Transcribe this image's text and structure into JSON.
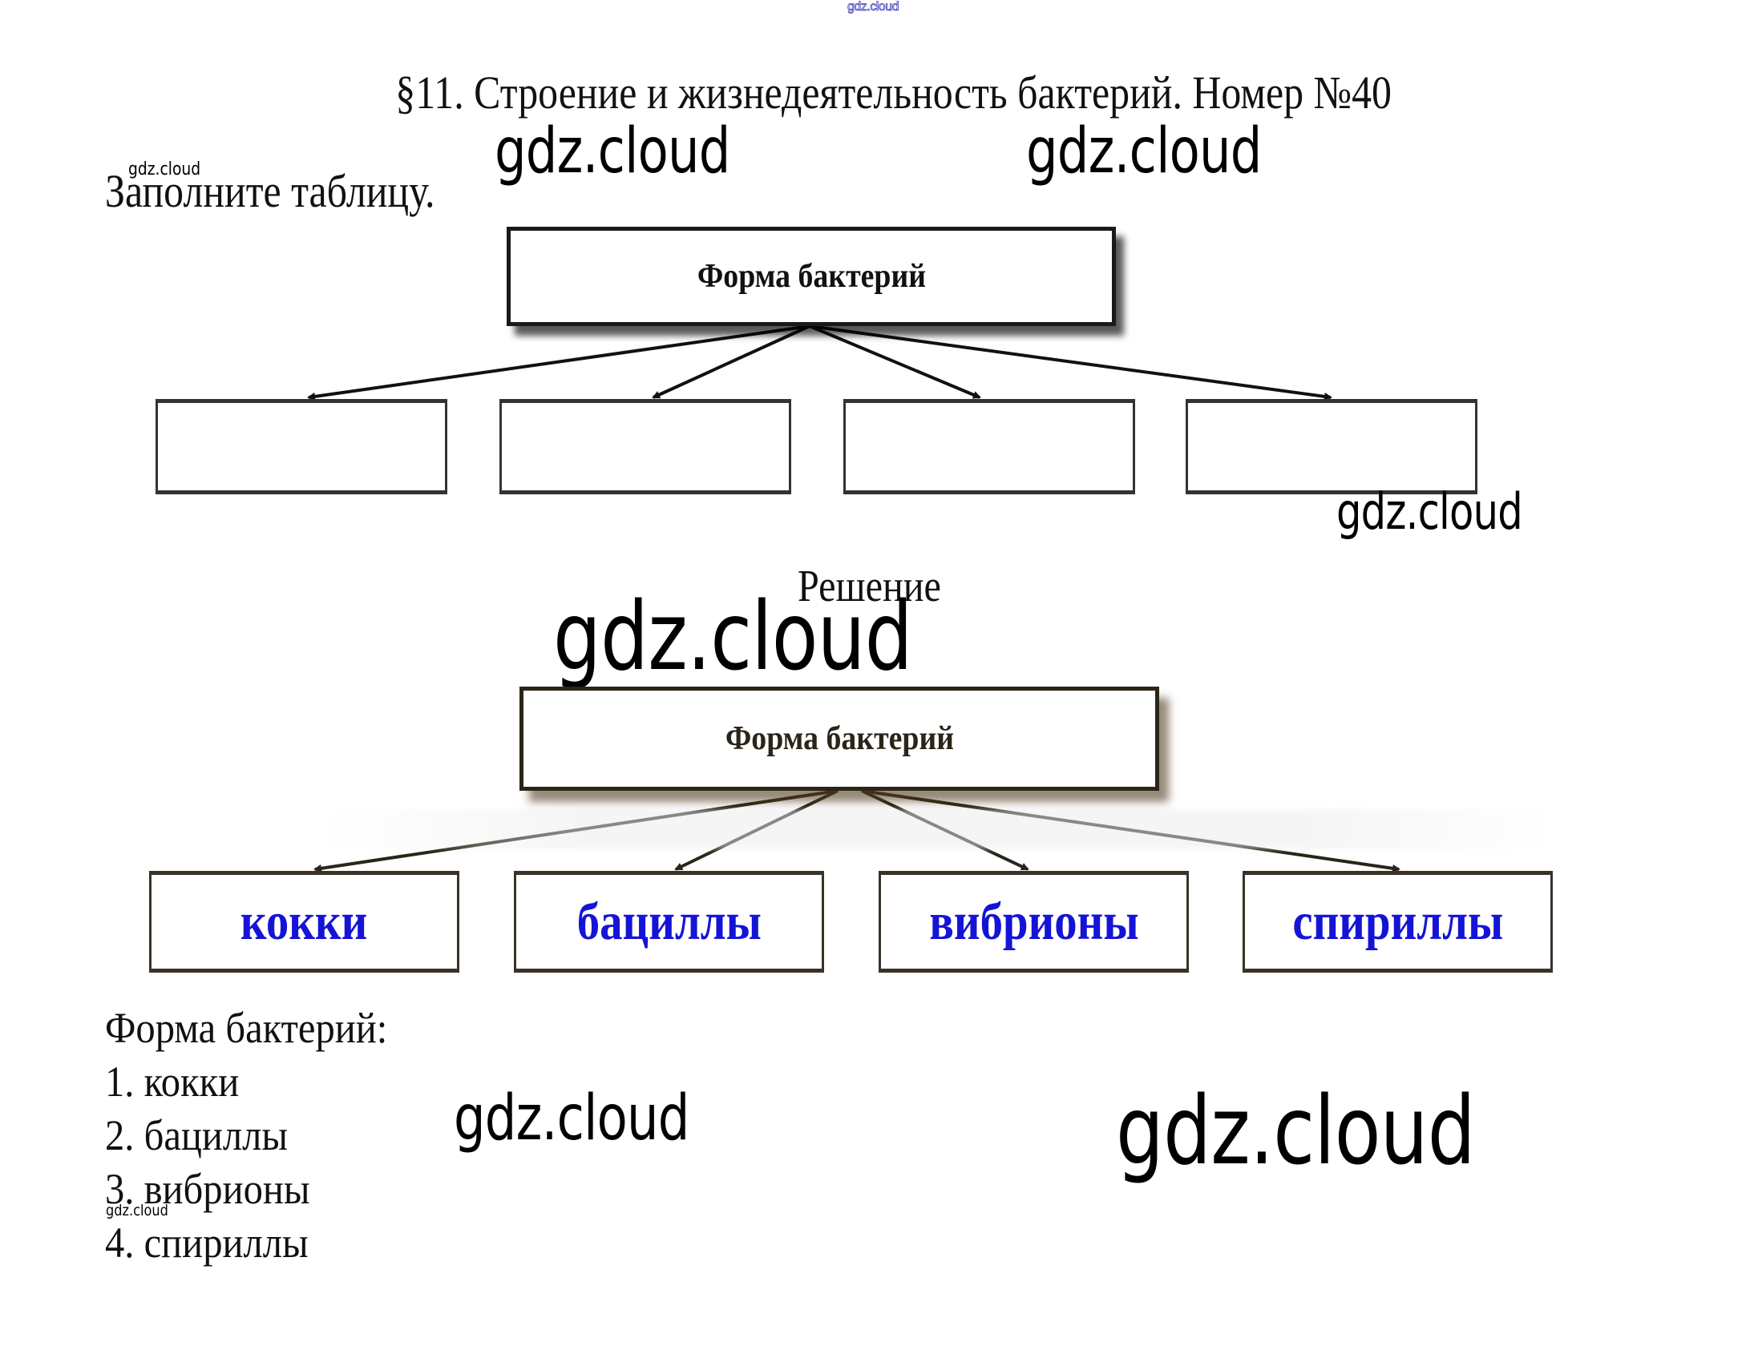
{
  "watermark_text": "gdz.cloud",
  "header": {
    "title": "§11. Строение и жизнедеятельность бактерий. Номер №40"
  },
  "task": {
    "prompt": "Заполните таблицу."
  },
  "task_diagram": {
    "root_label": "Форма бактерий",
    "children": [
      "",
      "",
      "",
      ""
    ]
  },
  "solution": {
    "heading": "Решение",
    "diagram": {
      "root_label": "Форма бактерий",
      "children": [
        "кокки",
        "бациллы",
        "вибрионы",
        "спириллы"
      ],
      "answer_color": "#1414d6"
    },
    "list_heading": "Форма бактерий:",
    "list_items": [
      "1. кокки",
      "2. бациллы",
      "3. вибрионы",
      "4. спириллы"
    ]
  }
}
